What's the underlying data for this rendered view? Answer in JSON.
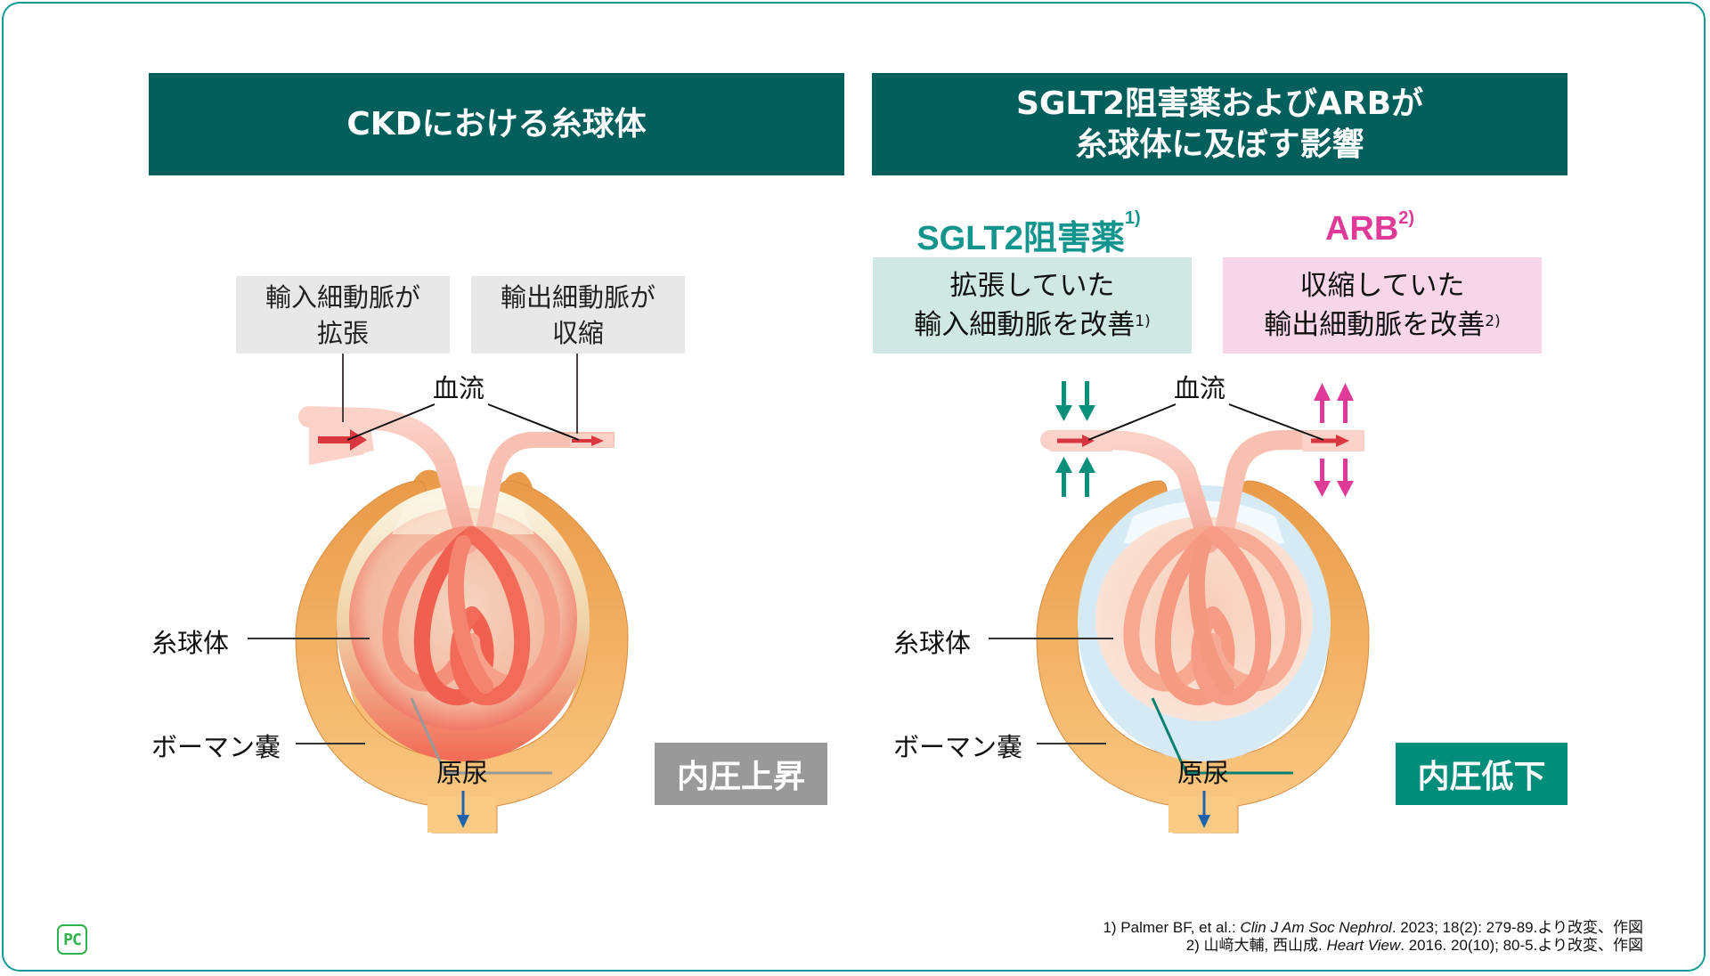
{
  "left_panel": {
    "header": "CKDにおける糸球体",
    "afferent_label": [
      "輸入細動脈が",
      "拡張"
    ],
    "efferent_label": [
      "輸出細動脈が",
      "収縮"
    ],
    "blood_flow": "血流",
    "glomerulus": "糸球体",
    "bowman": "ボーマン嚢",
    "urine": "原尿",
    "pressure": "内圧上昇",
    "pressure_color": "#999999"
  },
  "right_panel": {
    "header": [
      "SGLT2阻害薬およびARBが",
      "糸球体に及ぼす影響"
    ],
    "sglt2": {
      "title": "SGLT2阻害薬",
      "ref": "1)",
      "color": "#13958e",
      "effect": [
        "拡張していた",
        "輸入細動脈を改善"
      ],
      "effect_ref": "1)",
      "bg": "#cfe8e4"
    },
    "arb": {
      "title": "ARB",
      "ref": "2)",
      "color": "#e03a98",
      "effect": [
        "収縮していた",
        "輸出細動脈を改善"
      ],
      "effect_ref": "2)",
      "bg": "#f7d6ea"
    },
    "blood_flow": "血流",
    "glomerulus": "糸球体",
    "bowman": "ボーマン嚢",
    "urine": "原尿",
    "pressure": "内圧低下",
    "pressure_color": "#008e7b"
  },
  "references": {
    "ref1": {
      "prefix": "1) Palmer BF, et al.: ",
      "journal": "Clin J Am Soc Nephrol",
      "suffix": ". 2023; 18(2): 279-89.より改変、作図"
    },
    "ref2": {
      "prefix": "2) 山﨑大輔, 西山成. ",
      "journal": "Heart View",
      "suffix": ". 2016. 20(10); 80-5.より改変、作図"
    }
  },
  "logo": "PC",
  "colors": {
    "header_bg": "#025f5c",
    "frame": "#0f9a94",
    "capsule": "#eda050",
    "vessel": "#f8c0b0",
    "arrow_red": "#d93640",
    "urine_arrow": "#1f63ad"
  }
}
